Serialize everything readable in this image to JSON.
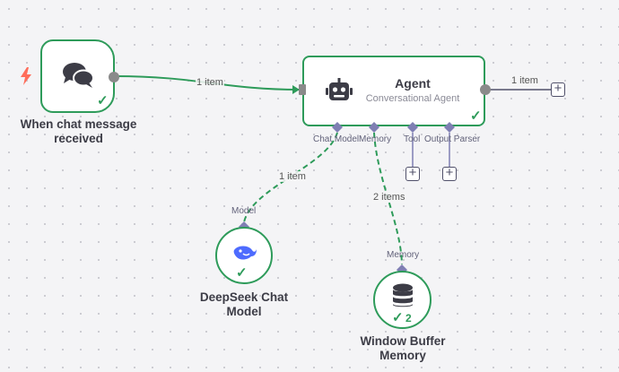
{
  "canvas": {
    "accent": "#2e9b5a",
    "trigger_accent": "#ff6d5a",
    "connector_color": "#7f7fb3"
  },
  "nodes": {
    "trigger": {
      "title": "When chat message received",
      "icon": "chat-bubbles-icon",
      "status": "success"
    },
    "agent": {
      "title": "Agent",
      "subtitle": "Conversational Agent",
      "icon": "robot-icon",
      "status": "success",
      "ports": {
        "chat_model": "Chat Model",
        "memory": "Memory",
        "tool": "Tool",
        "output_parser": "Output Parser"
      }
    },
    "deepseek": {
      "title": "DeepSeek Chat Model",
      "icon": "deepseek-whale-icon",
      "port_label": "Model",
      "status": "success"
    },
    "memory": {
      "title": "Window Buffer Memory",
      "icon": "database-icon",
      "port_label": "Memory",
      "status": "success",
      "run_count": "2"
    }
  },
  "edges": {
    "trigger_to_agent": "1 item",
    "agent_output": "1 item",
    "model_to_agent": "1 item",
    "memory_to_agent": "2 items"
  }
}
